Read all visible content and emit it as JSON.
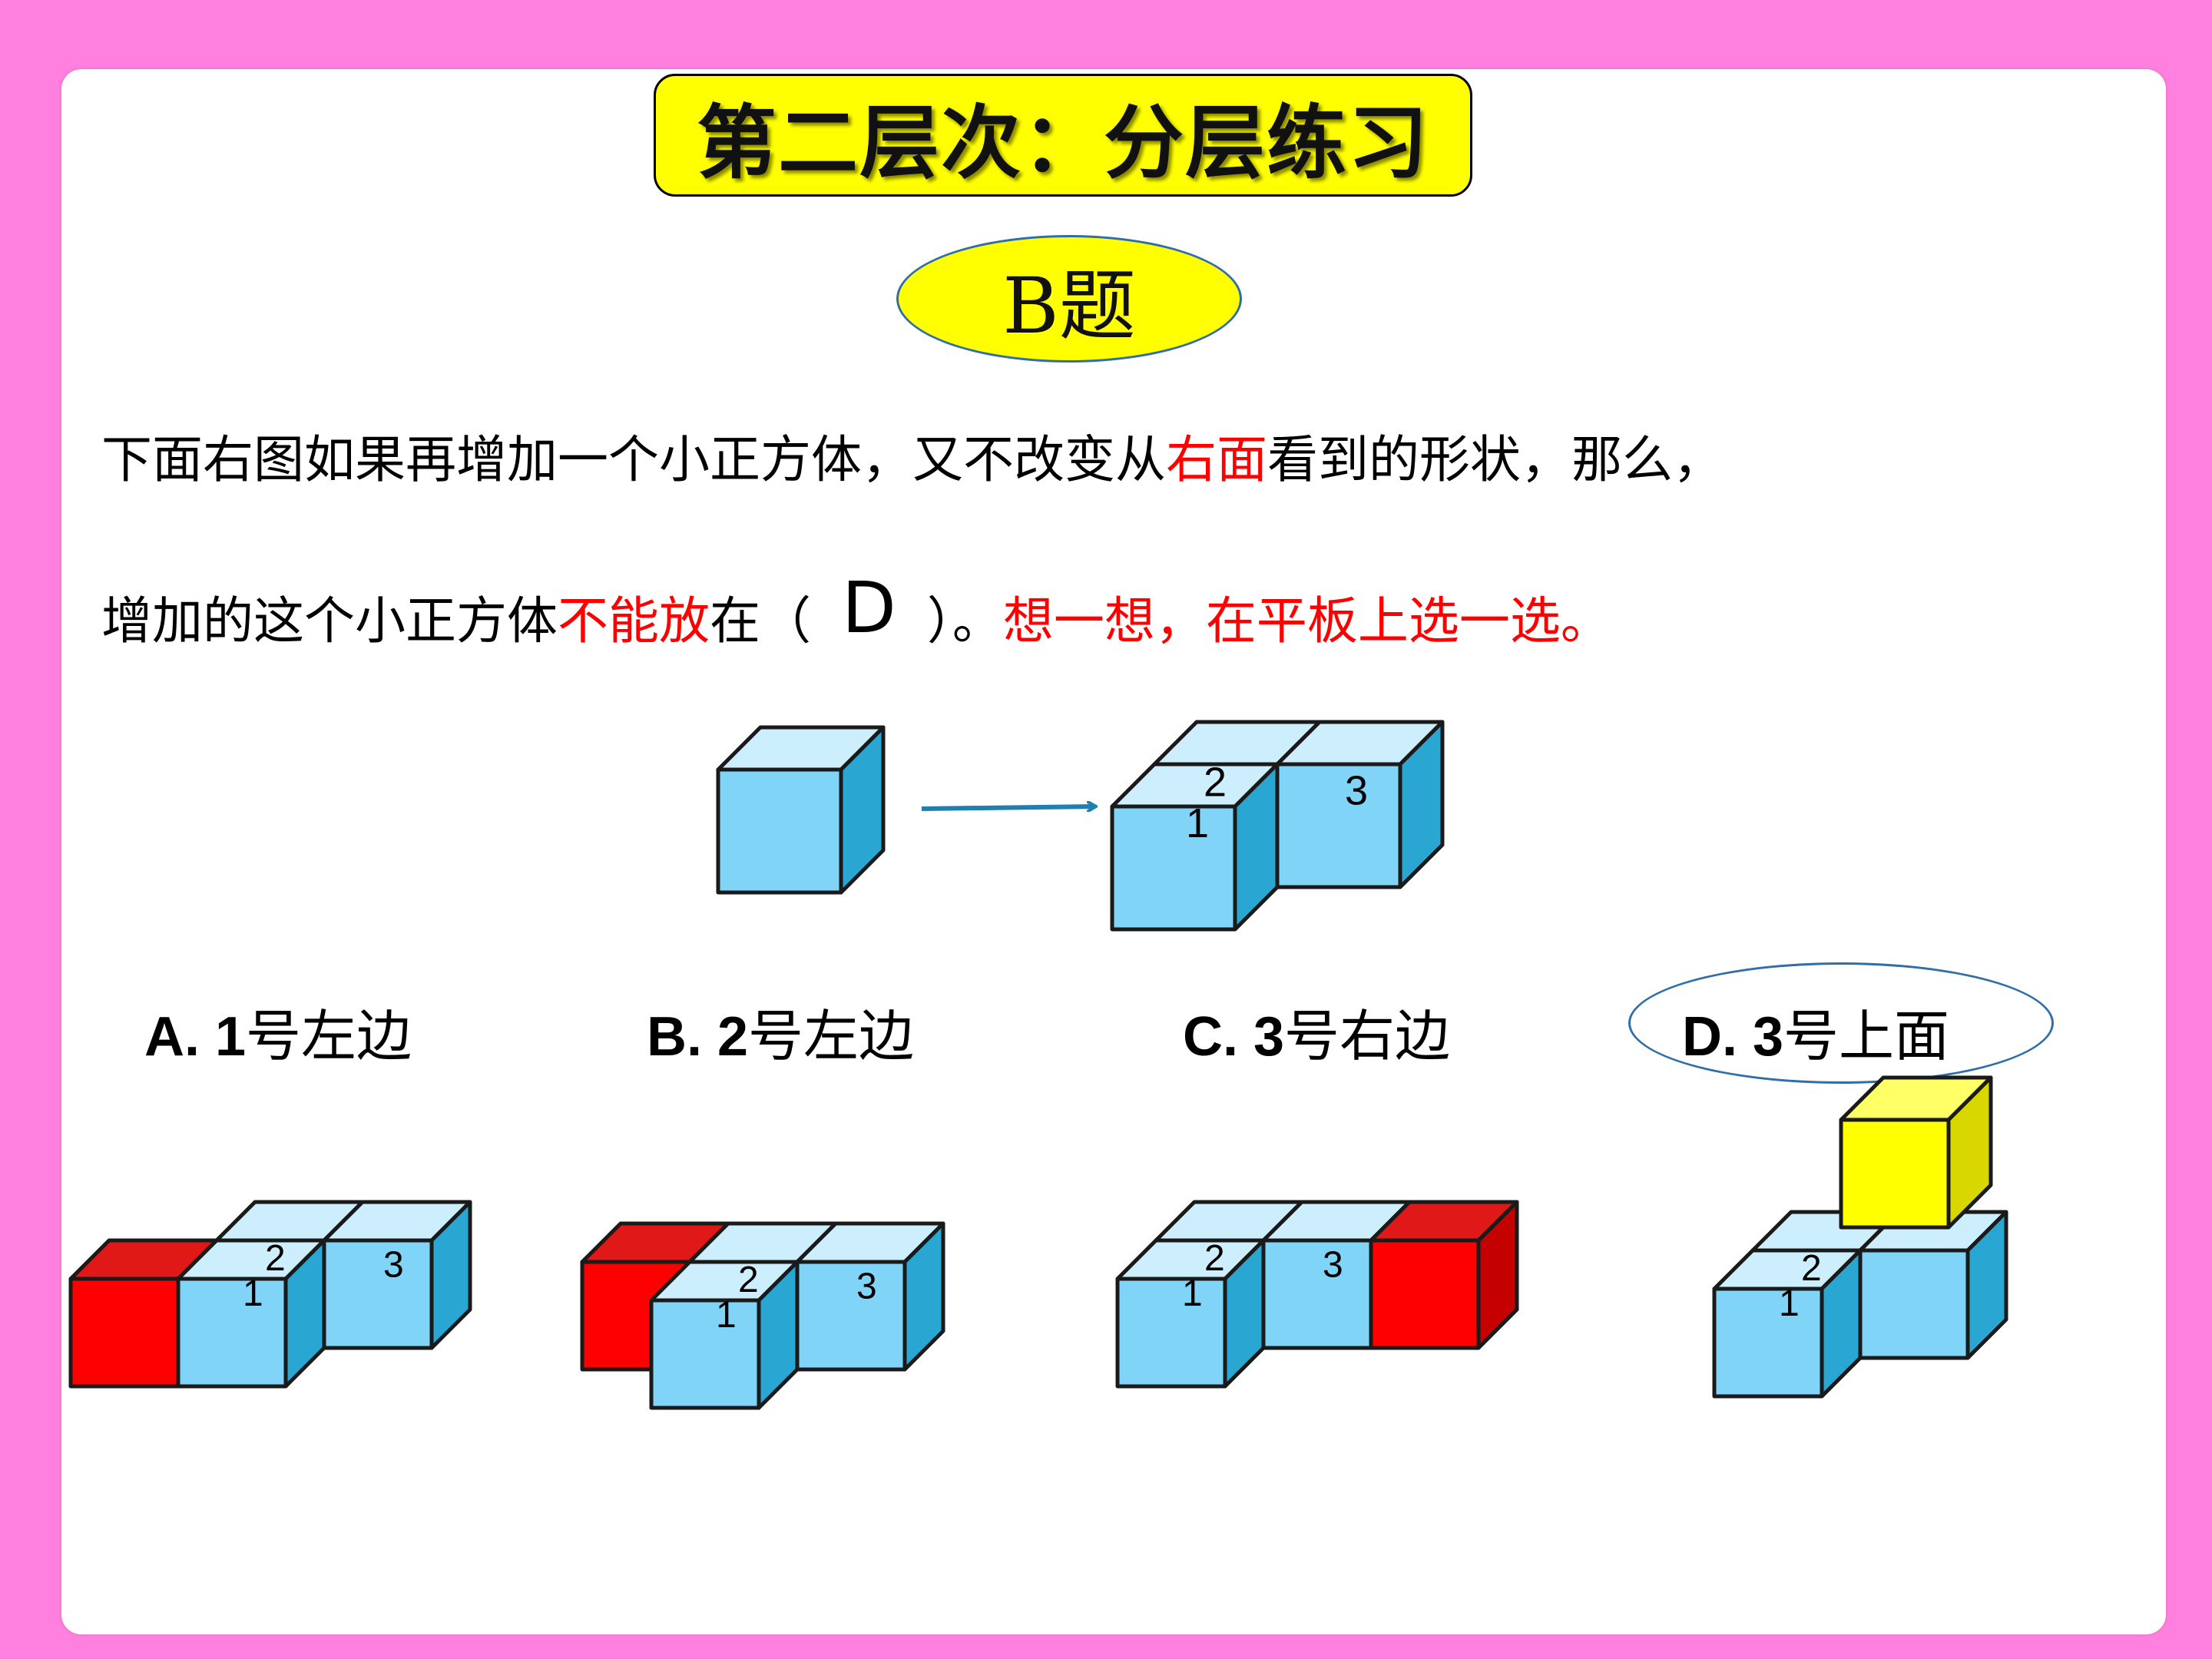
{
  "title": "第二层次：分层练习",
  "subtitle": "B题",
  "question": {
    "line1_a": "下面右图如果再增加一个小正方体，又不改变从",
    "line1_b": "右面",
    "line1_c": "看到的形状，那么，",
    "line2_a": "增加的这个小正方体",
    "line2_b": "不能放",
    "line2_c": "在（",
    "answer": "D",
    "line2_d": "）。",
    "line2_e": "想一想，在平板上选一选。"
  },
  "options": [
    {
      "key": "A. 1",
      "text": "号左边"
    },
    {
      "key": "B. 2",
      "text": "号左边"
    },
    {
      "key": "C. 3",
      "text": "号右边"
    },
    {
      "key": "D. 3",
      "text": "号上面"
    }
  ],
  "cube_labels": {
    "one": "1",
    "two": "2",
    "three": "3"
  },
  "colors": {
    "pink_frame": "#ff80df",
    "cube_front": "#80d4f7",
    "cube_top": "#cdeefc",
    "cube_side": "#2aa6d2",
    "added_red": "#ff0000",
    "added_yellow": "#ffff00",
    "arrow": "#1f7fb0"
  }
}
